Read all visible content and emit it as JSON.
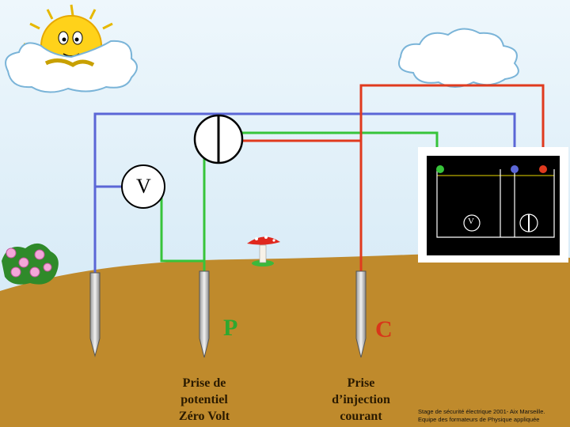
{
  "labels": {
    "voltmeter": "V",
    "p_letter": "P",
    "c_letter": "C",
    "p_caption": [
      "Prise de",
      "potentiel",
      "Zéro Volt"
    ],
    "c_caption": [
      "Prise",
      "d’injection",
      "courant"
    ],
    "credit": [
      "Stage de sécurité électrique 2001- Aix Marseille.",
      "Equipe des formateurs de Physique appliquée"
    ]
  },
  "colors": {
    "sky_top": "#e9f4fb",
    "sky_bottom": "#cfe6f4",
    "ground": "#bf8a2c",
    "wire_blue": "#5b66d6",
    "wire_green": "#37c43a",
    "wire_red": "#e03a1e",
    "p_color": "#2fa82f",
    "c_color": "#d8361a",
    "device_bg": "#000000",
    "device_line": "#ffffff",
    "device_yellow": "#e8d800"
  },
  "icons": [
    "sun-icon",
    "cloud-icon",
    "flower-icon",
    "mushroom-icon",
    "ammeter-icon",
    "voltmeter-icon"
  ]
}
